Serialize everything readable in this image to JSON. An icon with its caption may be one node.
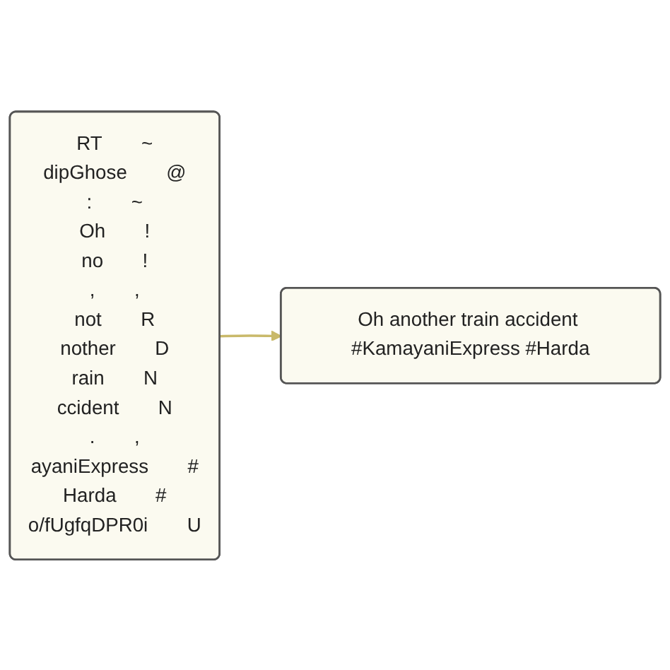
{
  "diagram": {
    "nodes": [
      {
        "text": [
          "RT",
          "~",
          "dipGhose",
          "@",
          ":",
          "~",
          "Oh",
          "!",
          "no",
          "!",
          ",",
          ",",
          "not",
          "R",
          "nother",
          "D",
          "rain",
          "N",
          "ccident",
          "N",
          ".",
          ",",
          "ayaniExpress",
          "#",
          "Harda",
          "#",
          "o/fUgfqDPR0i",
          "U"
        ]
      },
      {
        "text": [
          "Oh another train accident #KamayaniExpress #Harda"
        ]
      }
    ],
    "edges": [
      {
        "from": 0,
        "to": 1,
        "arrow": "to"
      }
    ]
  }
}
